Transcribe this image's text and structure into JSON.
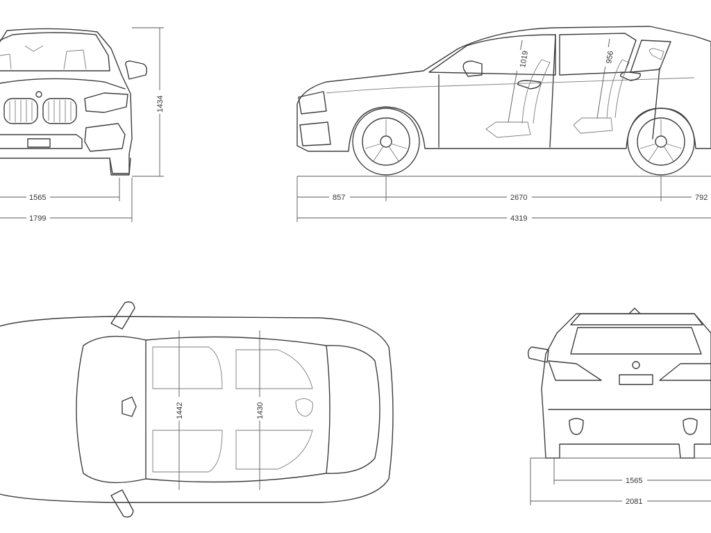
{
  "front_view": {
    "height": "1434",
    "track": "1565",
    "width": "1799"
  },
  "side_view": {
    "front_overhang": "857",
    "wheelbase": "2670",
    "rear_overhang": "792",
    "length": "4319",
    "front_headroom": "1019",
    "rear_headroom": "956"
  },
  "top_view": {
    "front_shoulder": "1442",
    "rear_shoulder": "1430"
  },
  "rear_view": {
    "track": "1565",
    "width_mirrors": "2081"
  },
  "colors": {
    "line": "#3c3c3c",
    "dimension": "#555555",
    "background": "#ffffff"
  }
}
